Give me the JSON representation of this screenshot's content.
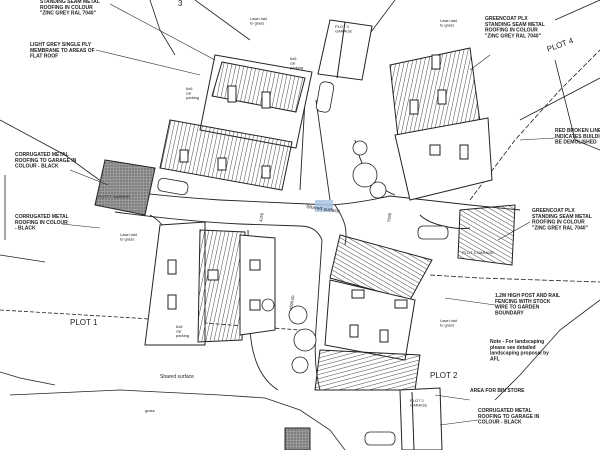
{
  "plots": {
    "plot1": "PLOT 1",
    "plot2": "PLOT 2",
    "plot4": "PLOT 4",
    "plot3_fragment": "3"
  },
  "labels": {
    "top_standing_seam": "STANDING SEAM METAL\nROOFING IN COLOUR\n\"ZINC GREY RAL 7040\"",
    "light_grey_membrane": "LIGHT GREY SINGLE PLY\nMEMBRANE TO AREAS OF\nFLAT ROOF",
    "corrugated_top": "CORRUGATED METAL\nROOFING TO GARAGE IN\nCOLOUR - BLACK",
    "corrugated_left": "CORRUGATED METAL\nROOFING IN COLOUR\n- BLACK",
    "greencoat_plot4": "GREENCOAT PLX\nSTANDING SEAM METAL\nROOFING IN COLOUR\n\"ZINC GREY RAL 7040\"",
    "red_broken_line": "RED BROKEN LINE\nINDICATES BUILDING\nBE DEMOLISHED",
    "greencoat_right": "GREENCOAT PLX\nSTANDING SEAM METAL\nROOFING IN COLOUR\n\"ZINC GREY RAL 7040\"",
    "fence_note": "1.2M HIGH POST AND RAIL\nFENCING WITH STOCK\nWIRE TO GARDEN\nBOUNDARY",
    "landscaping_note": "Note - For landscaping\nplease see detailed\nlandscaping proposal by\nAFL",
    "bin_store": "AREA FOR BIN STORE",
    "corrugated_bottom": "CORRUGATED METAL\nROOFING TO GARAGE IN\nCOLOUR - BLACK",
    "lawn_top": "Lawn laid\nto grass",
    "lawn_left": "Lawn laid\nto grass",
    "lawn_right": "Lawn laid\nto grass",
    "lawn_mid_right": "Lawn laid\nto grass",
    "shared_surface_center": "Shared surface",
    "shared_surface_bottom": "Shared surface",
    "plot1_garage": "PLOT 1 GARAGE",
    "plot4_garage": "PLOT 4 GARAGE",
    "plot2_garage": "PLOT 2\nGARAGE",
    "plot3_garage": "PLOT 3\nGARAGE",
    "dim_4250": "4250",
    "dim_5500": "5500",
    "dim_4500": "#500.00",
    "grass": "grass",
    "parking": "6x6\ncar\nparking"
  },
  "colors": {
    "line": "#222222",
    "hatch": "#555555",
    "highlight": "#a9c4e4"
  }
}
